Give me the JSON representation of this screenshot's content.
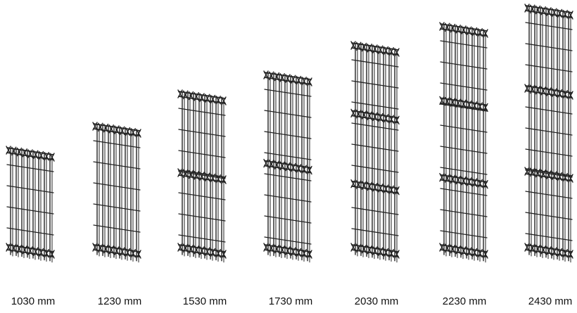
{
  "figure": {
    "line_color": "#222222",
    "background_color": "#ffffff"
  },
  "panels": [
    {
      "height_label": "1030 mm",
      "folds": 2
    },
    {
      "height_label": "1230 mm",
      "folds": 2
    },
    {
      "height_label": "1530 mm",
      "folds": 3
    },
    {
      "height_label": "1730 mm",
      "folds": 3
    },
    {
      "height_label": "2030 mm",
      "folds": 4
    },
    {
      "height_label": "2230 mm",
      "folds": 4
    },
    {
      "height_label": "2430 mm",
      "folds": 4
    }
  ]
}
